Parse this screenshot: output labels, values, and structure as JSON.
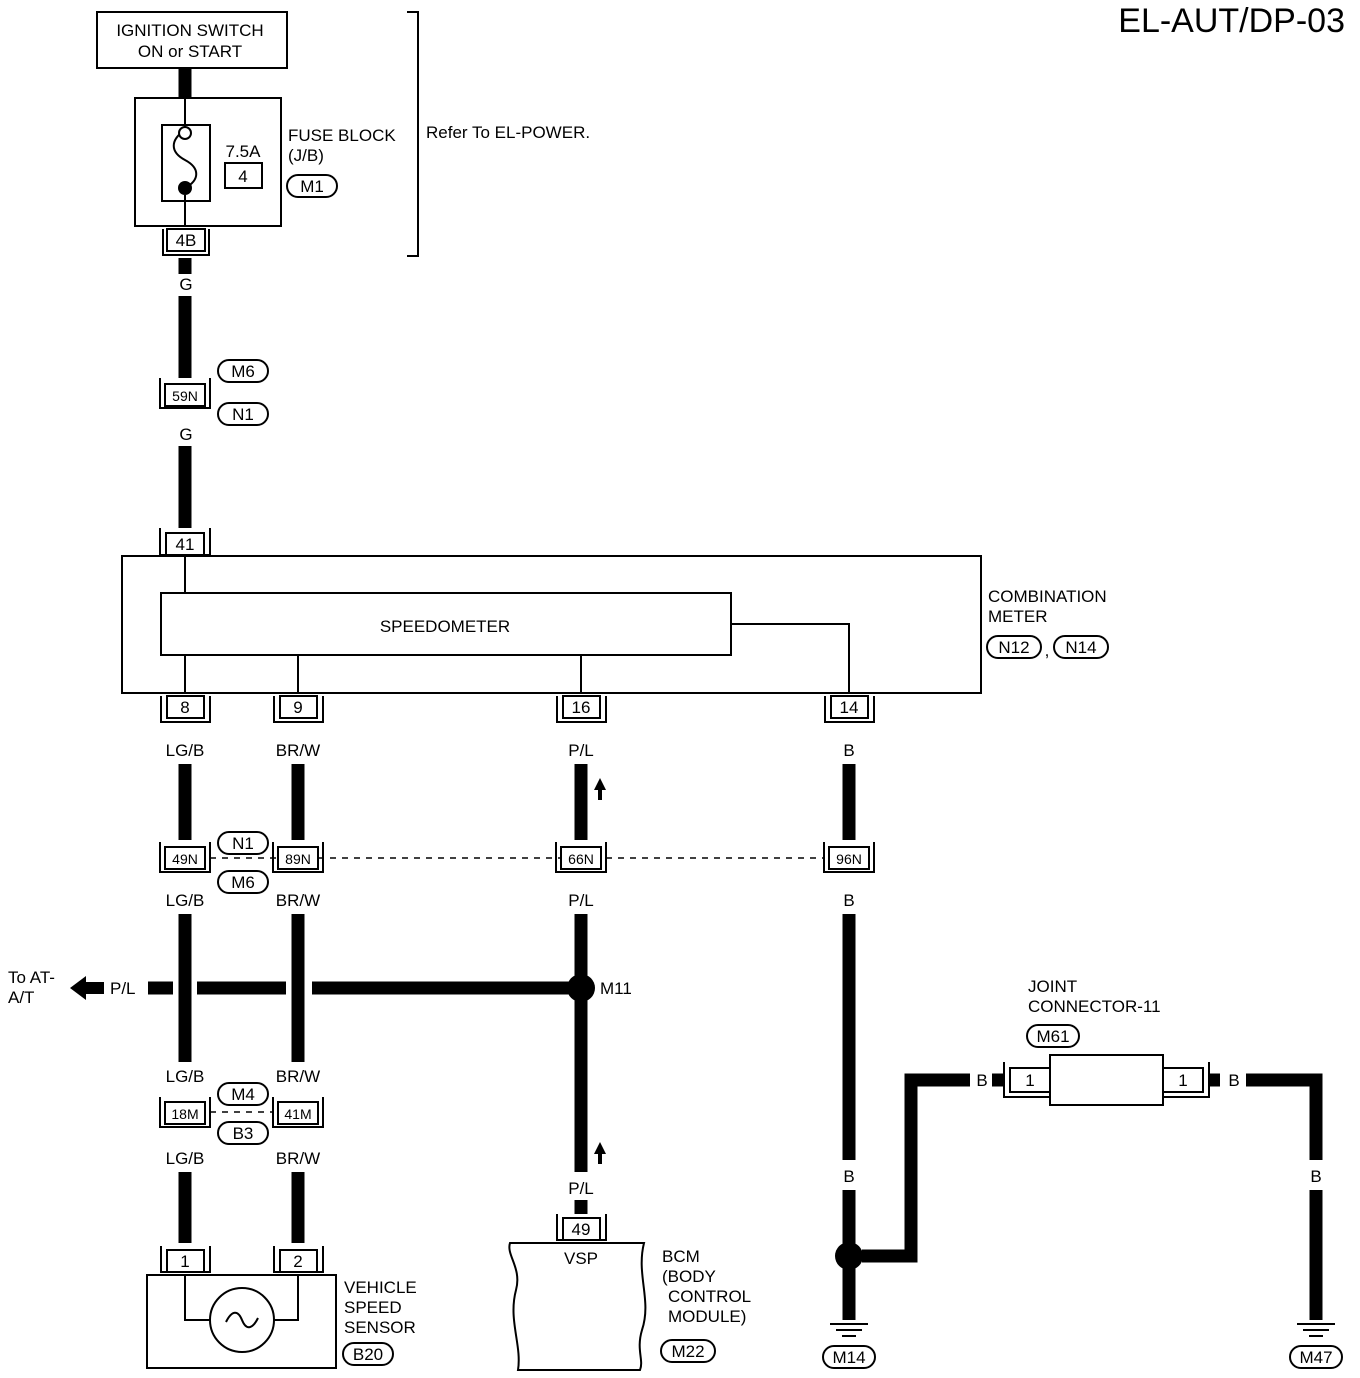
{
  "page_title": "EL-AUT/DP-03",
  "ignition": {
    "line1": "IGNITION SWITCH",
    "line2": "ON or START"
  },
  "fuse_block": {
    "label1": "FUSE BLOCK",
    "label2": "(J/B)",
    "rating": "7.5A",
    "fuse_no": "4",
    "connector": "M1",
    "terminal": "4B",
    "refer": "Refer To EL-POWER."
  },
  "wire_top": {
    "color1": "G",
    "color2": "G",
    "terminal": "59N",
    "conn_a": "M6",
    "conn_b": "N1"
  },
  "meter": {
    "label1": "COMBINATION",
    "label2": "METER",
    "connectors": [
      "N12",
      "N14"
    ],
    "sep": ",",
    "speedometer": "SPEEDOMETER",
    "top_terminal": "41",
    "terminals": [
      "8",
      "9",
      "16",
      "14"
    ]
  },
  "wire_colors": {
    "lg_b": "LG/B",
    "br_w": "BR/W",
    "p_l": "P/L",
    "b": "B"
  },
  "junction_row1": {
    "terminals": [
      "49N",
      "89N",
      "66N",
      "96N"
    ],
    "conn_a": "N1",
    "conn_b": "M6"
  },
  "branch": {
    "to_line1": "To AT-",
    "to_line2": "A/T",
    "color": "P/L",
    "splice": "M11"
  },
  "junction_row2": {
    "terminals": [
      "18M",
      "41M"
    ],
    "conn_a": "M4",
    "conn_b": "B3"
  },
  "vss": {
    "label1": "VEHICLE",
    "label2": "SPEED",
    "label3": "SENSOR",
    "connector": "B20",
    "terminals": [
      "1",
      "2"
    ]
  },
  "bcm": {
    "terminal": "49",
    "signal": "VSP",
    "label1": "BCM",
    "label2": "(BODY",
    "label3": "CONTROL",
    "label4": "MODULE)",
    "connector": "M22"
  },
  "joint": {
    "label1": "JOINT",
    "label2": "CONNECTOR-11",
    "connector": "M61",
    "terminals": [
      "1",
      "1"
    ]
  },
  "grounds": [
    "M14",
    "M47"
  ]
}
